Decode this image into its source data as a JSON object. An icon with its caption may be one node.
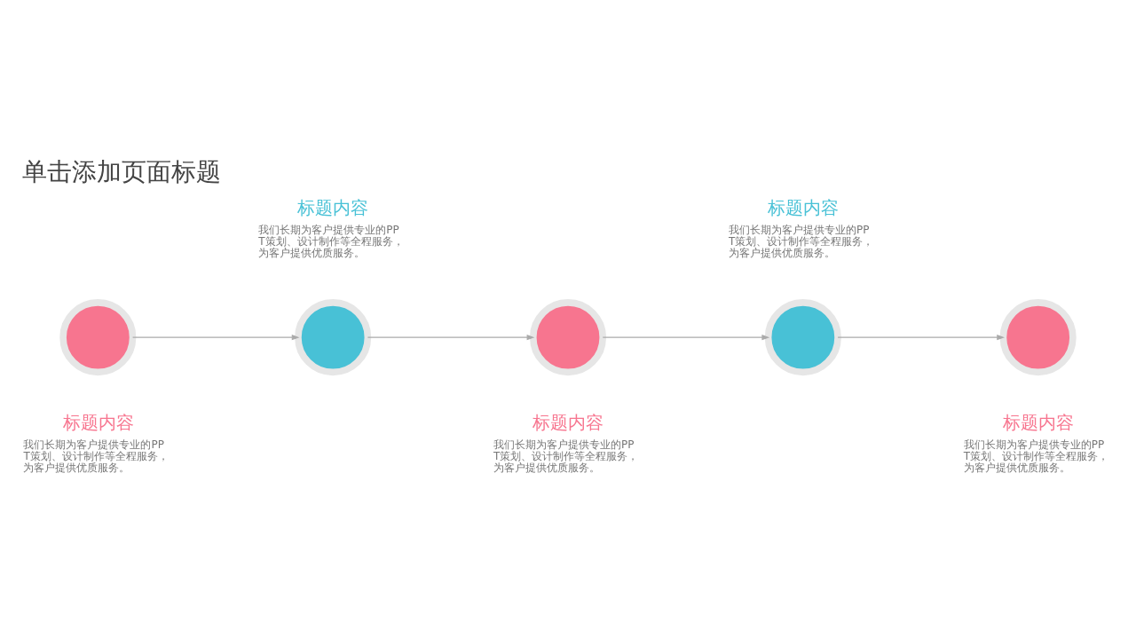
{
  "diagram": {
    "title": "单击添加页面标题",
    "nodes": [
      {
        "text": [],
        "shape": "circle",
        "beside": [
          "标题内容",
          "我们长期为客户提供专业的PPT策划、设计制作等全程服务，为客户提供优质服务。"
        ]
      },
      {
        "text": [],
        "shape": "circle",
        "beside": [
          "标题内容",
          "我们长期为客户提供专业的PPT策划、设计制作等全程服务，为客户提供优质服务。"
        ]
      },
      {
        "text": [],
        "shape": "circle",
        "beside": [
          "标题内容",
          "我们长期为客户提供专业的PPT策划、设计制作等全程服务，为客户提供优质服务。"
        ]
      },
      {
        "text": [],
        "shape": "circle",
        "beside": [
          "标题内容",
          "我们长期为客户提供专业的PPT策划、设计制作等全程服务，为客户提供优质服务。"
        ]
      },
      {
        "text": [],
        "shape": "circle",
        "beside": [
          "标题内容",
          "我们长期为客户提供专业的PPT策划、设计制作等全程服务，为客户提供优质服务。"
        ]
      }
    ],
    "edges": [
      {
        "from": 0,
        "to": 1,
        "arrow": "to"
      },
      {
        "from": 1,
        "to": 2,
        "arrow": "to"
      },
      {
        "from": 2,
        "to": 3,
        "arrow": "to"
      },
      {
        "from": 3,
        "to": 4,
        "arrow": "to"
      }
    ]
  }
}
